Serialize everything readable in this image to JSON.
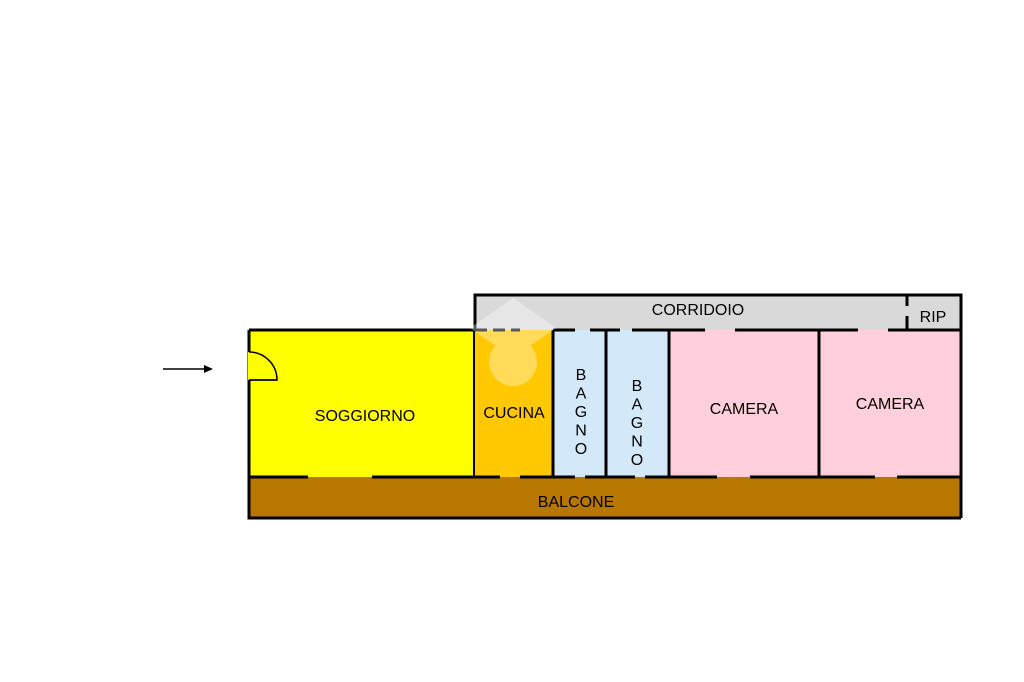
{
  "floorplan": {
    "rooms": {
      "soggiorno": {
        "label": "SOGGIORNO",
        "color": "#ffff00"
      },
      "cucina": {
        "label": "CUCINA",
        "color": "#ffc800"
      },
      "bagno_1": {
        "label": "BAGNO",
        "color": "#d3e8f8"
      },
      "bagno_2": {
        "label": "BAGNO",
        "color": "#d3e8f8"
      },
      "camera_1": {
        "label": "CAMERA",
        "color": "#ffd0dc"
      },
      "camera_2": {
        "label": "CAMERA",
        "color": "#ffd0dc"
      },
      "corridoio": {
        "label": "CORRIDOIO",
        "color": "#d9d9d9"
      },
      "rip": {
        "label": "RIP",
        "color": "#d9d9d9"
      },
      "balcone": {
        "label": "BALCONE",
        "color": "#b87800"
      }
    },
    "wall_color": "#000000",
    "entrance_arrow": "right-arrow-icon"
  }
}
